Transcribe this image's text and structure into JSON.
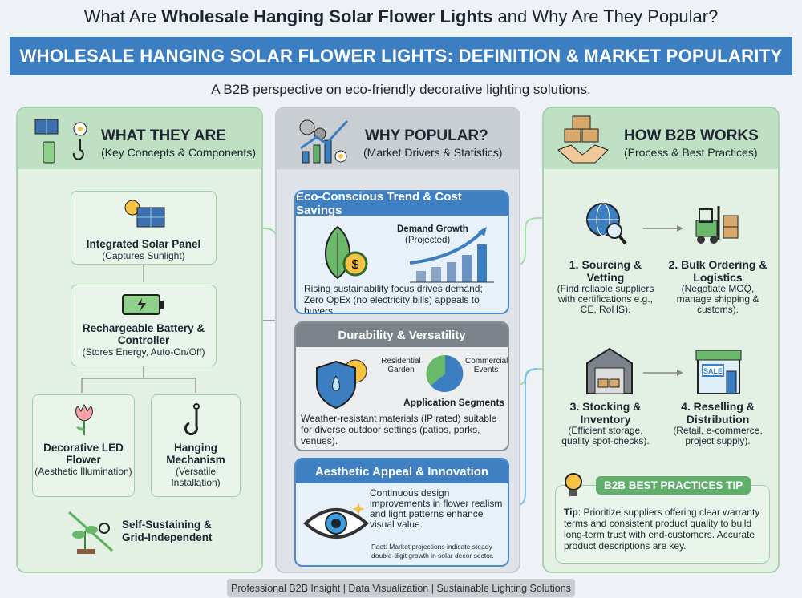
{
  "title": {
    "pre": "What Are ",
    "bold": "Wholesale Hanging Solar Flower Lights",
    "post": " and Why Are They Popular?"
  },
  "banner": "WHOLESALE HANGING SOLAR FLOWER LIGHTS: DEFINITION & MARKET POPULARITY",
  "subtitle": "A B2B perspective on eco-friendly decorative lighting solutions.",
  "left": {
    "heading": "WHAT THEY ARE",
    "sub": "(Key Concepts & Components)",
    "solar": {
      "title": "Integrated Solar Panel",
      "desc": "(Captures Sunlight)"
    },
    "battery": {
      "title": "Rechargeable Battery & Controller",
      "desc": "(Stores Energy, Auto-On/Off)"
    },
    "flower": {
      "title": "Decorative LED Flower",
      "desc": "(Aesthetic Illumination)"
    },
    "hanging": {
      "title": "Hanging Mechanism",
      "desc": "(Versatile Installation)"
    },
    "self": {
      "title": "Self-Sustaining & Grid-Independent"
    }
  },
  "middle": {
    "heading": "WHY POPULAR?",
    "sub": "(Market Drivers & Statistics)",
    "card1": {
      "title": "Eco-Conscious Trend & Cost Savings",
      "chart_title": "Demand Growth",
      "chart_sub": "(Projected)",
      "text": "Rising sustainability focus drives demand; Zero OpEx (no electricity bills) appeals to buyers."
    },
    "card2": {
      "title": "Durability & Versatility",
      "seg1": "Residential Garden",
      "seg2": "Commercial/ Events",
      "chart_title": "Application Segments",
      "text": "Weather-resistant materials (IP rated) suitable for diverse outdoor settings (patios, parks, venues)."
    },
    "card3": {
      "title": "Aesthetic Appeal & Innovation",
      "text": "Continuous design improvements in flower realism and light patterns enhance visual value.",
      "note": "Paet: Market projections indicate steady double-digit growth in solar decor sector."
    }
  },
  "right": {
    "heading": "HOW B2B WORKS",
    "sub": "(Process & Best Practices)",
    "steps": [
      {
        "title": "1. Sourcing & Vetting",
        "desc": "(Find reliable suppliers with certifications e.g., CE, RoHS)."
      },
      {
        "title": "2. Bulk Ordering & Logistics",
        "desc": "(Negotiate MOQ, manage shipping & customs)."
      },
      {
        "title": "3. Stocking & Inventory",
        "desc": "(Efficient storage, quality spot-checks)."
      },
      {
        "title": "4. Reselling & Distribution",
        "desc": "(Retail, e-commerce, project supply)."
      }
    ],
    "sale_sign": "SALE",
    "tip": {
      "badge": "B2B BEST PRACTICES TIP",
      "label": "Tip",
      "text": ": Prioritize suppliers offering clear warranty terms and consistent product quality to build long-term trust with end-customers. Accurate product descriptions are key."
    }
  },
  "footer": "Professional B2B Insight | Data Visualization | Sustainable Lighting Solutions",
  "colors": {
    "blue": "#3b7fc2",
    "green": "#5fae6a",
    "grey": "#7d838a"
  }
}
